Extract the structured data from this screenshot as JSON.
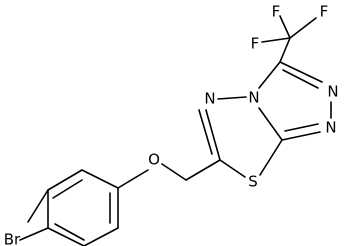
{
  "molecule": {
    "atoms": {
      "fluorine_top": "F",
      "fluorine_left": "F",
      "fluorine_right": "F",
      "nitrogen_thiadiazole": "N",
      "nitrogen_bridge": "N",
      "nitrogen_triazole_upper": "N",
      "nitrogen_triazole_lower": "N",
      "oxygen_ether": "O",
      "sulfur": "S",
      "bromine": "Br"
    }
  }
}
